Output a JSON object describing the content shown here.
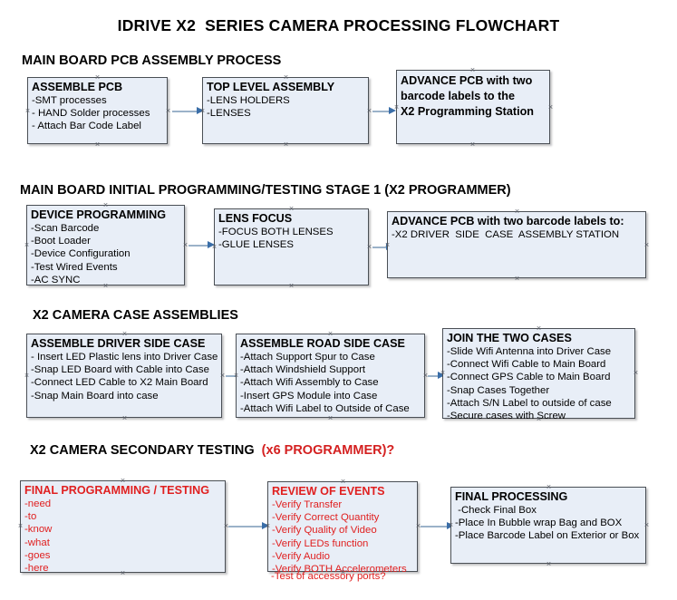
{
  "title": "IDRIVE X2  SERIES CAMERA PROCESSING FLOWCHART",
  "sections": [
    {
      "id": "main-board-pcb-assembly-process",
      "header": "MAIN BOARD PCB ASSEMBLY PROCESS",
      "header_accent": "",
      "boxes": [
        {
          "id": "assemble-pcb",
          "title": "ASSEMBLE PCB",
          "lines": [
            "-SMT processes",
            "- HAND Solder processes",
            "- Attach Bar Code Label"
          ],
          "color": "black"
        },
        {
          "id": "top-level-assembly",
          "title": "TOP LEVEL ASSEMBLY",
          "lines": [
            "-LENS HOLDERS",
            "-LENSES"
          ],
          "color": "black"
        },
        {
          "id": "advance-pcb-to-x2-programming-station",
          "title": "ADVANCE PCB with two\nbarcode labels to the\n X2 Programming Station",
          "lines": [],
          "color": "black"
        }
      ]
    },
    {
      "id": "main-board-initial-programming-testing-stage-1",
      "header": "MAIN BOARD INITIAL PROGRAMMING/TESTING STAGE 1 (X2 PROGRAMMER)",
      "header_accent": "",
      "boxes": [
        {
          "id": "device-programming",
          "title": "DEVICE PROGRAMMING",
          "lines": [
            "-Scan Barcode",
            "-Boot Loader",
            "-Device Configuration",
            "-Test Wired Events",
            "-AC SYNC"
          ],
          "color": "black"
        },
        {
          "id": "lens-focus",
          "title": "LENS FOCUS",
          "lines": [
            "-FOCUS BOTH LENSES",
            "-GLUE LENSES"
          ],
          "color": "black"
        },
        {
          "id": "advance-pcb-to-driver-side-case-assembly-station",
          "title": "ADVANCE PCB with two barcode labels to:",
          "lines": [
            "-X2 DRIVER  SIDE  CASE  ASSEMBLY STATION"
          ],
          "color": "black"
        }
      ]
    },
    {
      "id": "x2-camera-case-assemblies",
      "header": "X2 CAMERA CASE ASSEMBLIES",
      "header_accent": "",
      "boxes": [
        {
          "id": "assemble-driver-side-case",
          "title": "ASSEMBLE DRIVER SIDE CASE",
          "lines": [
            "- Insert LED Plastic lens into Driver Case",
            "-Snap LED Board with Cable into Case",
            "-Connect LED Cable to X2 Main Board",
            "-Snap Main Board into case"
          ],
          "color": "black"
        },
        {
          "id": "assemble-road-side-case",
          "title": "ASSEMBLE ROAD SIDE CASE",
          "lines": [
            "-Attach Support Spur to Case",
            "-Attach Windshield Support",
            "-Attach Wifi Assembly to Case",
            "-Insert GPS Module into Case",
            "-Attach Wifi Label to Outside of Case"
          ],
          "color": "black"
        },
        {
          "id": "join-the-two-cases",
          "title": "JOIN THE TWO CASES",
          "lines": [
            "-Slide Wifi Antenna into Driver Case",
            "-Connect Wifi Cable to Main Board",
            "-Connect GPS Cable to Main Board",
            "-Snap Cases Together",
            "-Attach S/N Label to outside of case",
            "-Secure cases with Screw"
          ],
          "color": "black"
        }
      ]
    },
    {
      "id": "x2-camera-secondary-testing",
      "header": "X2 CAMERA SECONDARY TESTING  ",
      "header_accent": "(x6 PROGRAMMER)?",
      "boxes": [
        {
          "id": "final-programming-testing",
          "title": "FINAL PROGRAMMING / TESTING",
          "lines": [
            "-need",
            "-to",
            "-know",
            "-what",
            "-goes",
            "-here"
          ],
          "color": "red"
        },
        {
          "id": "review-of-events",
          "title": "REVIEW OF EVENTS",
          "lines": [
            "-Verify Transfer",
            "-Verify Correct Quantity",
            "-Verify Quality of Video",
            "-Verify LEDs function",
            "-Verify Audio",
            "-Verify BOTH Accelerometers"
          ],
          "overflow_line": "-Test of accessory ports?",
          "color": "red"
        },
        {
          "id": "final-processing",
          "title": "FINAL PROCESSING",
          "lines": [
            " -Check Final Box",
            "-Place In Bubble wrap Bag and BOX",
            "-Place Barcode Label on Exterior or Box"
          ],
          "color": "black"
        }
      ]
    }
  ],
  "colors": {
    "box_fill": "#e8eef7",
    "box_border": "#4a4f55",
    "connector_line": "#9bb2c9",
    "connector_arrow": "#3a6ea8",
    "accent_red": "#e02020",
    "text_black": "#000000"
  }
}
